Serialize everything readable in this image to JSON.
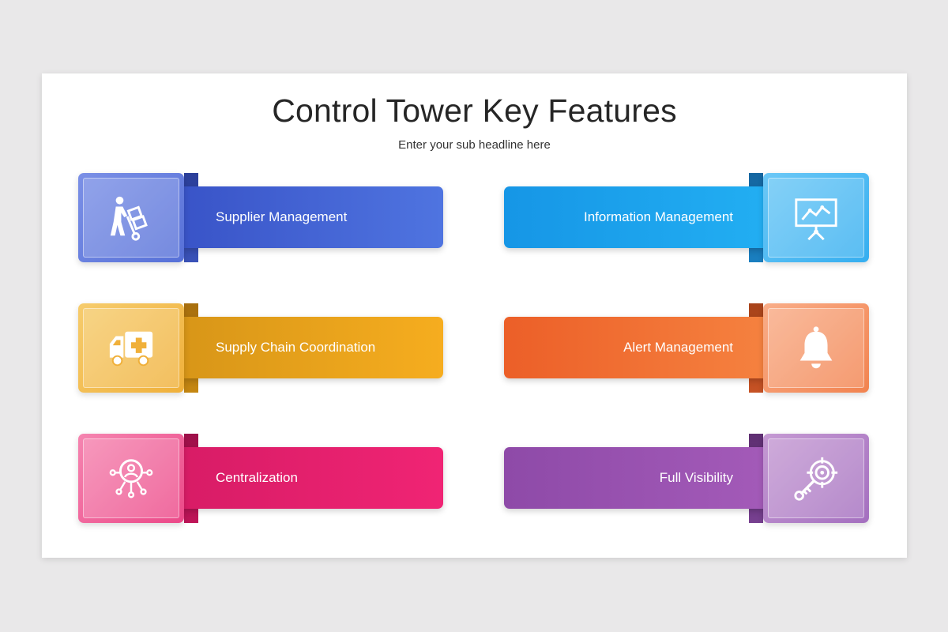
{
  "title": "Control Tower Key Features",
  "subtitle": "Enter your sub headline here",
  "features": [
    {
      "label": "Supplier Management",
      "icon": "worker-hand-truck-icon",
      "color": "#4461d6",
      "box": "#6f86e2",
      "fold": "#2b3f9a"
    },
    {
      "label": "Information Management",
      "icon": "presentation-chart-icon",
      "color": "#1aa1ef",
      "box": "#57bdf3",
      "fold": "#1566a0"
    },
    {
      "label": "Supply Chain Coordination",
      "icon": "ambulance-truck-icon",
      "color": "#efa520",
      "box": "#f3c35f",
      "fold": "#a86f0e"
    },
    {
      "label": "Alert Management",
      "icon": "bell-icon",
      "color": "#f06a30",
      "box": "#f59568",
      "fold": "#a8431a"
    },
    {
      "label": "Centralization",
      "icon": "network-user-icon",
      "color": "#ea1f72",
      "box": "#f06a9e",
      "fold": "#9e1049"
    },
    {
      "label": "Full Visibility",
      "icon": "key-target-icon",
      "color": "#9a55b0",
      "box": "#b582c6",
      "fold": "#5f2f72"
    }
  ]
}
